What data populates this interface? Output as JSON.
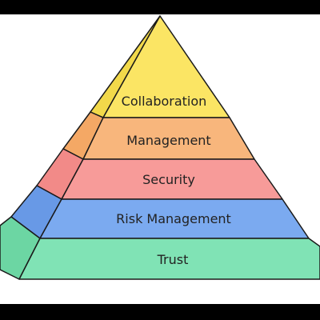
{
  "diagram": {
    "type": "pyramid",
    "tiers": [
      {
        "label": "Collaboration",
        "color": "#FBE564"
      },
      {
        "label": "Management",
        "color": "#F8B67C"
      },
      {
        "label": "Security",
        "color": "#F79B99"
      },
      {
        "label": "Risk Management",
        "color": "#7BAAF0"
      },
      {
        "label": "Trust",
        "color": "#80E3B5"
      }
    ],
    "side_colors": [
      "#F2D94A",
      "#F4A865",
      "#F28A88",
      "#6899E6",
      "#6CD6A3"
    ],
    "outline_color": "#1a1a1a",
    "background_color": "#ffffff",
    "border_color": "#000000"
  }
}
